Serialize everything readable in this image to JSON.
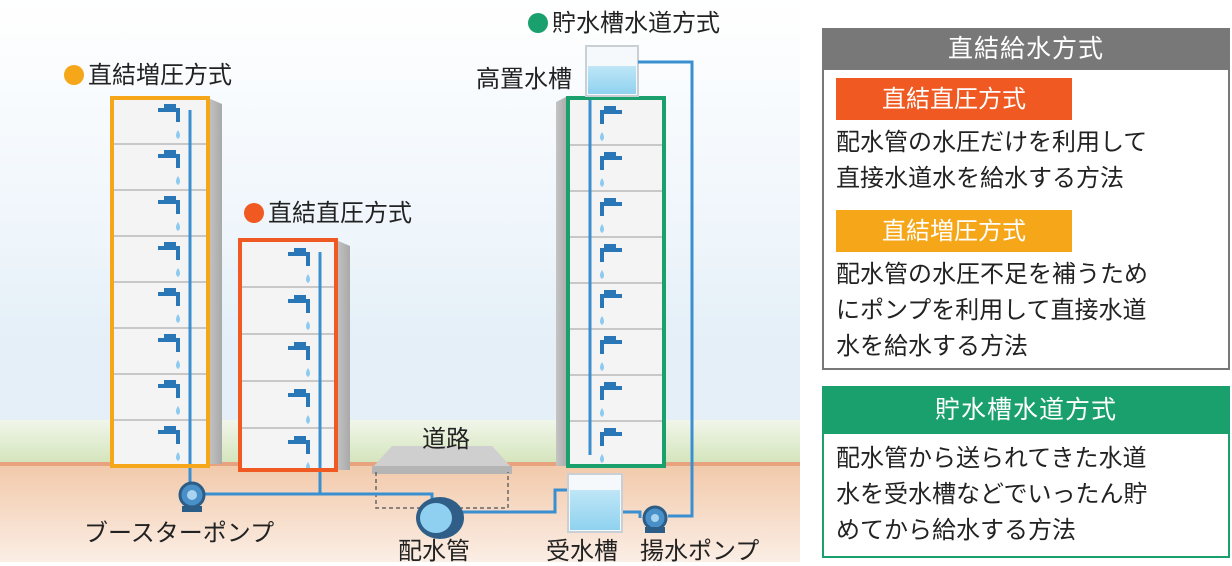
{
  "colors": {
    "direct_pressure": "#f05a22",
    "booster": "#f5a619",
    "tank": "#1aa06d",
    "header_gray": "#777777",
    "pipe": "#3a8fd0"
  },
  "icons": {
    "faucet": "faucet-icon",
    "water_drop": "water-drop-icon",
    "pump": "pump-icon"
  },
  "diagram": {
    "booster_title": "直結増圧方式",
    "direct_title": "直結直圧方式",
    "tank_title": "貯水槽水道方式",
    "elevated_tank_label": "高置水槽",
    "road_label": "道路",
    "booster_pump_label": "ブースターポンプ",
    "main_pipe_label": "配水管",
    "receiving_tank_label": "受水槽",
    "lift_pump_label": "揚水ポンプ"
  },
  "panel": {
    "direct_header": "直結給水方式",
    "direct_tag": "直結直圧方式",
    "direct_desc": "配水管の水圧だけを利用して\n直接水道水を給水する方法",
    "booster_tag": "直結増圧方式",
    "booster_desc": "配水管の水圧不足を補うため\nにポンプを利用して直接水道\n水を給水する方法",
    "tank_header": "貯水槽水道方式",
    "tank_desc": "配水管から送られてきた水道\n水を受水槽などでいったん貯\nめてから給水する方法"
  }
}
